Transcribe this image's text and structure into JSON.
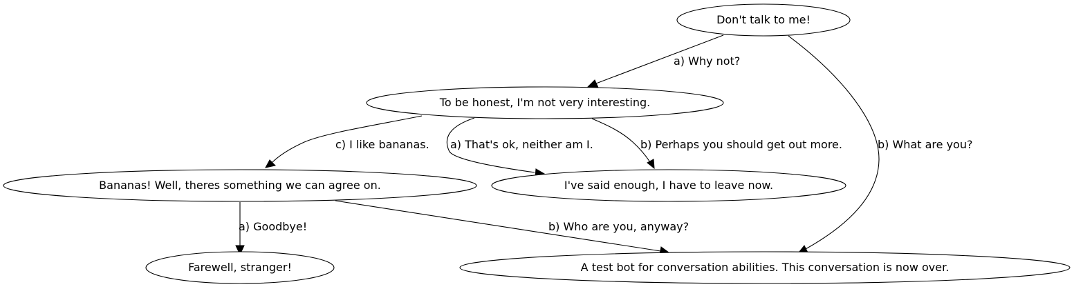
{
  "nodes": {
    "start": "Don't talk to me!",
    "honest": "To be honest, I'm not very interesting.",
    "bananas": "Bananas! Well, theres something we can agree on.",
    "leave": "I've said enough, I have to leave now.",
    "farewell": "Farewell, stranger!",
    "testbot": "A test bot for conversation abilities. This conversation is now over."
  },
  "edges": {
    "start_honest": "a) Why not?",
    "start_testbot": "b) What are you?",
    "honest_bananas": "c) I like bananas.",
    "honest_leave_a": "a) That's ok, neither am I.",
    "honest_leave_b": "b) Perhaps you should get out more.",
    "bananas_farewell": "a) Goodbye!",
    "bananas_testbot": "b) Who are you, anyway?"
  }
}
